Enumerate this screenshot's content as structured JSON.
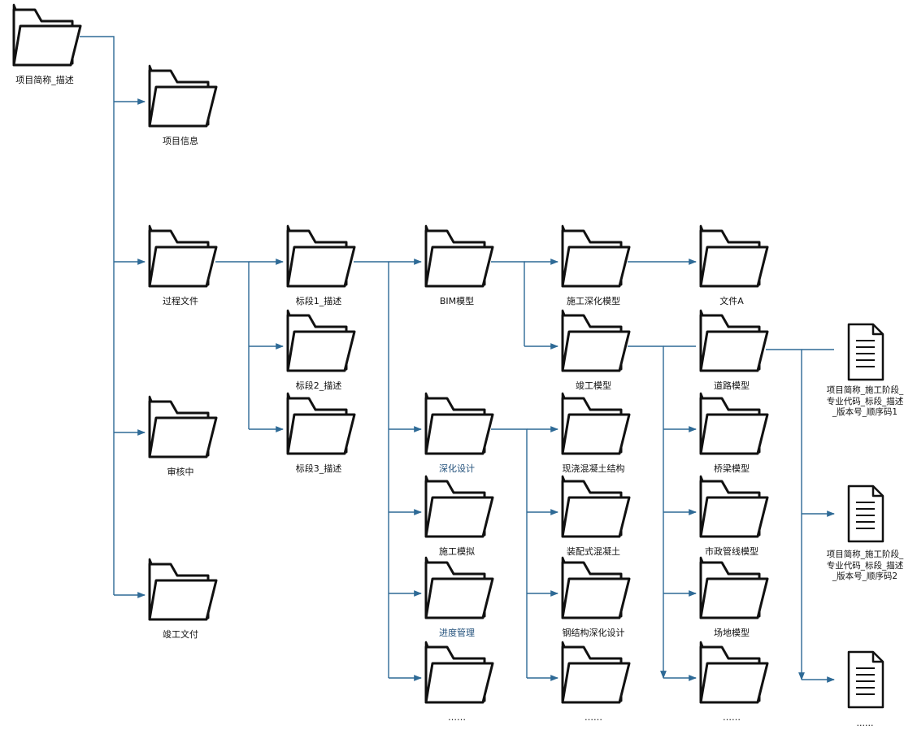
{
  "colors": {
    "connector": "#2e6a96",
    "icon_stroke": "#111111",
    "highlight_label": "#1f4e79"
  },
  "folders": {
    "root": "项目简称_描述",
    "info": "项目信息",
    "process": "过程文件",
    "review": "审核中",
    "delivery": "竣工文付",
    "section1": "标段1_描述",
    "section2": "标段2_描述",
    "section3": "标段3_描述",
    "bim": "BIM模型",
    "deepen": "深化设计",
    "simulation": "施工模拟",
    "progress": "进度管理",
    "more1": "……",
    "construction_model": "施工深化模型",
    "asbuilt_model": "竣工模型",
    "cast_concrete": "现浇混凝土结构",
    "prefab_concrete": "装配式混凝土",
    "steel_design": "钢结构深化设计",
    "more2": "……",
    "file_a": "文件A",
    "road_model": "道路模型",
    "bridge_model": "桥梁模型",
    "pipeline_model": "市政管线模型",
    "site_model": "场地模型",
    "more3": "……"
  },
  "files": {
    "file1": "项目简称_施工阶段_专业代码_标段_描述_版本号_顺序码1",
    "file2": "项目简称_施工阶段_专业代码_标段_描述_版本号_顺序码2",
    "more": "……"
  }
}
